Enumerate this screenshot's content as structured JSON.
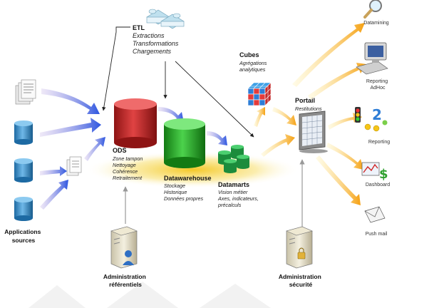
{
  "sources": {
    "label_line1": "Applications",
    "label_line2": "sources"
  },
  "etl": {
    "title": "ETL",
    "lines": [
      "Extractions",
      "Transformations",
      "Chargements"
    ]
  },
  "ods": {
    "title": "ODS",
    "lines": [
      "Zone tampon",
      "Nettoyage",
      "Cohérence",
      "Retraitement"
    ]
  },
  "datawarehouse": {
    "title": "Datawarehouse",
    "lines": [
      "Stockage",
      "Historique",
      "Données propres"
    ]
  },
  "datamarts": {
    "title": "Datamarts",
    "lines": [
      "Vision métier",
      "Axes, indicateurs,",
      "précalculs"
    ]
  },
  "cubes": {
    "title": "Cubes",
    "lines": [
      "Agrégations",
      "analytiques"
    ]
  },
  "portail": {
    "title": "Portail",
    "subtitle": "Restitutions"
  },
  "outputs": {
    "datamining": "Datamining",
    "reporting_adhoc_line1": "Reporting",
    "reporting_adhoc_line2": "AdHoc",
    "reporting": "Reporting",
    "dashboard": "Dashboard",
    "push_mail": "Push mail"
  },
  "admin_ref": {
    "line1": "Administration",
    "line2": "référentiels"
  },
  "admin_sec": {
    "line1": "Administration",
    "line2": "sécurité"
  },
  "colors": {
    "ods": "#c62828",
    "datawarehouse": "#2fa82f",
    "datamarts": "#21a64a",
    "source_db": "#3f8fc6",
    "orange_arrow": "#f5a623",
    "blue_arrow": "#3b5fe0",
    "glow": "#f3c100"
  }
}
